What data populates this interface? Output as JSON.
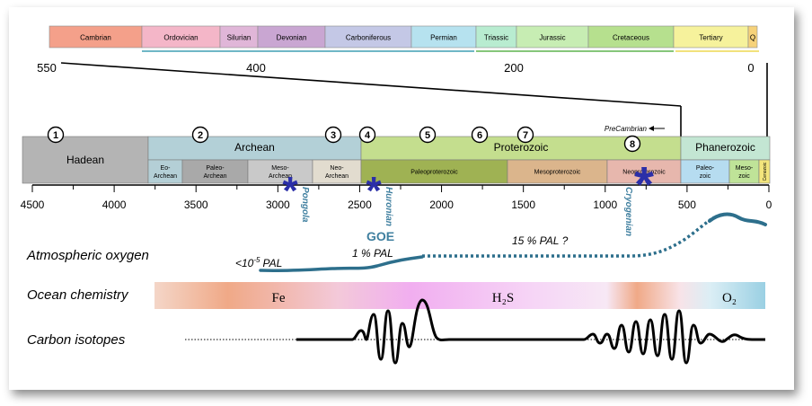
{
  "phanerozoic_periods": [
    {
      "label": "Cambrian",
      "color": "#f4a08a"
    },
    {
      "label": "Ordovician",
      "color": "#f4b6c8"
    },
    {
      "label": "Silurian",
      "color": "#e0b6d8"
    },
    {
      "label": "Devonian",
      "color": "#c9a6d2"
    },
    {
      "label": "Carboniferous",
      "color": "#c4c8e6"
    },
    {
      "label": "Permian",
      "color": "#b6e2ef"
    },
    {
      "label": "Triassic",
      "color": "#b8ecd0"
    },
    {
      "label": "Jurassic",
      "color": "#c7edb3"
    },
    {
      "label": "Cretaceous",
      "color": "#b6e08e"
    },
    {
      "label": "Tertiary",
      "color": "#f6f29c"
    },
    {
      "label": "Q",
      "color": "#f6d27a"
    }
  ],
  "zoom_scale_labels": [
    "550",
    "400",
    "200",
    "0"
  ],
  "eons": [
    {
      "label": "Hadean",
      "color": "#b4b4b4"
    },
    {
      "label": "Archean",
      "color": "#b3d0d7"
    },
    {
      "label": "Proterozoic",
      "color": "#c4de8e"
    },
    {
      "label": "Phanerozoic",
      "color": "#c3e6d3"
    }
  ],
  "eras": [
    {
      "label": "Eo-\nArchean",
      "color": "#b4cfd6"
    },
    {
      "label": "Paleo-\nArchean",
      "color": "#a9a9a9"
    },
    {
      "label": "Meso-\nArchean",
      "color": "#c9c9c9"
    },
    {
      "label": "Neo-\nArchean",
      "color": "#e2dccf"
    },
    {
      "label": "Paleoproterozoic",
      "color": "#9fb253"
    },
    {
      "label": "Mesoproterozoic",
      "color": "#dbb58c"
    },
    {
      "label": "Neoproterozoic",
      "color": "#e7b7ad"
    },
    {
      "label": "Paleo-\nzoic",
      "color": "#b6dcf0"
    },
    {
      "label": "Meso-\nzoic",
      "color": "#bfe398"
    },
    {
      "label": "Cenozoic",
      "color": "#f3e57c"
    }
  ],
  "event_numbers": [
    "1",
    "2",
    "3",
    "4",
    "5",
    "6",
    "7",
    "8"
  ],
  "precambrian_label": "PreCambrian",
  "axis_ticks": [
    "4500",
    "4000",
    "3500",
    "3000",
    "2500",
    "2000",
    "1500",
    "1000",
    "500",
    "0"
  ],
  "glaciations": [
    "Pongola",
    "Huronian",
    "Cryogenian"
  ],
  "goe_label": "GOE",
  "rows": {
    "oxygen": "Atmospheric oxygen",
    "ocean": "Ocean chemistry",
    "carbon": "Carbon isotopes"
  },
  "oxygen_annotations": {
    "low_base": "<10",
    "low_exp": "-5",
    "low_unit": "PAL",
    "mid": "1 % PAL",
    "high": "15 % PAL ?"
  },
  "ocean_labels": {
    "fe": "Fe",
    "h2s": "H₂S",
    "o2": "O₂"
  },
  "colors": {
    "star": "#2b2fa8",
    "glaciation_text": "#3f7f9f",
    "oxygen_curve": "#2d6f8c",
    "ocean_fe": "#f0a987",
    "ocean_h2s": "#f1aef0",
    "ocean_o2": "#9ad0e3"
  }
}
